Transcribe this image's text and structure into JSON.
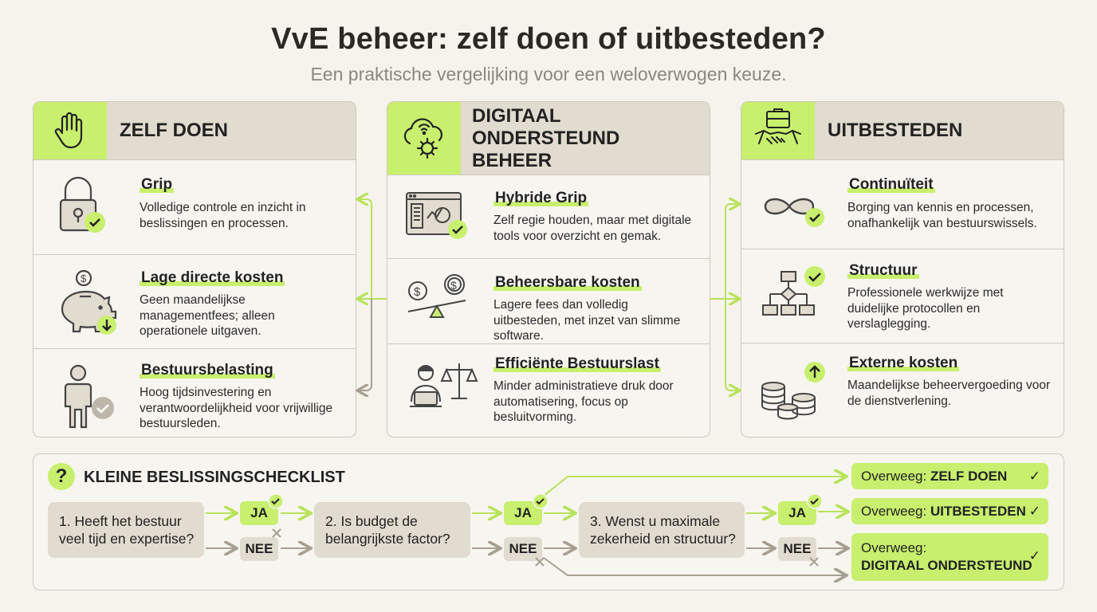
{
  "header": {
    "title": "VvE beheer: zelf doen of uitbesteden?",
    "subtitle": "Een praktische vergelijking voor een weloverwogen keuze."
  },
  "columns": [
    {
      "title": "ZELF DOEN",
      "icon": "hand-icon",
      "items": [
        {
          "title": "Grip",
          "text": "Volledige controle en inzicht in beslissingen en processen.",
          "icon": "padlock-check-icon"
        },
        {
          "title": "Lage directe kosten",
          "text": "Geen maandelijkse managementfees; alleen operationele uitgaven.",
          "icon": "piggy-bank-icon"
        },
        {
          "title": "Bestuursbelasting",
          "text": "Hoog tijdsinvestering en verantwoordelijkheid voor vrijwillige bestuursleden.",
          "icon": "person-check-icon"
        }
      ]
    },
    {
      "title": "DIGITAAL ONDERSTEUND BEHEER",
      "icon": "cloud-gear-icon",
      "items": [
        {
          "title": "Hybride Grip",
          "text": "Zelf regie houden, maar met digitale tools voor overzicht en gemak.",
          "icon": "dashboard-check-icon"
        },
        {
          "title": "Beheersbare kosten",
          "text": "Lagere fees dan volledig uitbesteden, met inzet van slimme software.",
          "icon": "coins-balance-icon"
        },
        {
          "title": "Efficiënte Bestuurslast",
          "text": "Minder administratieve druk door automatisering, focus op besluitvorming.",
          "icon": "person-laptop-scales-icon"
        }
      ]
    },
    {
      "title": "UITBESTEDEN",
      "icon": "handshake-briefcase-icon",
      "items": [
        {
          "title": "Continuïteit",
          "text": "Borging van kennis en processen, onafhankelijk van bestuurswissels.",
          "icon": "infinity-check-icon"
        },
        {
          "title": "Structuur",
          "text": "Professionele werkwijze met duidelijke protocollen en verslaglegging.",
          "icon": "flowchart-check-icon"
        },
        {
          "title": "Externe kosten",
          "text": "Maandelijkse beheervergoeding voor de dienstverlening.",
          "icon": "coin-stacks-up-icon"
        }
      ]
    }
  ],
  "checklist": {
    "title": "KLEINE BESLISSINGSCHECKLIST",
    "questions": [
      "1. Heeft het bestuur veel tijd en expertise?",
      "2. Is budget de belangrijkste factor?",
      "3. Wenst u maximale zekerheid en structuur?"
    ],
    "yes_label": "JA",
    "no_label": "NEE",
    "results": [
      {
        "prefix": "Overweeg: ",
        "label": "ZELF DOEN"
      },
      {
        "prefix": "Overweeg: ",
        "label": "UITBESTEDEN"
      },
      {
        "prefix": "Overweeg:",
        "label": "DIGITAAL ONDERSTEUND"
      }
    ]
  },
  "colors": {
    "accent": "#c8ef6e",
    "panel": "#e2dbcf",
    "border": "#cfc9bd",
    "background": "#f6f3ec"
  }
}
